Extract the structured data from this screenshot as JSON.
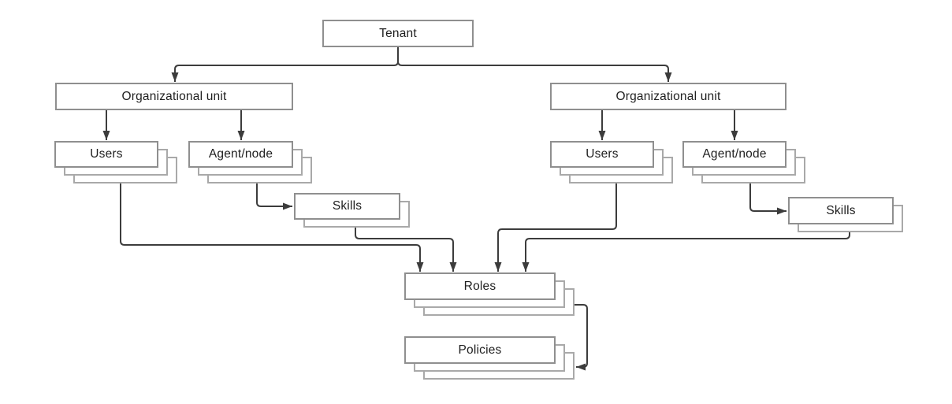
{
  "diagram": {
    "type": "hierarchy",
    "background": "#ffffff",
    "colors": {
      "box_fill": "#ffffff",
      "box_border": "#8f8f8f",
      "stack_shadow_border": "#a9a9a9",
      "connector": "#3c3c3c",
      "text": "#1f1f1f"
    },
    "nodes": {
      "tenant": {
        "label": "Tenant",
        "stacked": false
      },
      "ou_left": {
        "label": "Organizational unit",
        "stacked": false
      },
      "users_left": {
        "label": "Users",
        "stacked": true
      },
      "agent_left": {
        "label": "Agent/node",
        "stacked": true
      },
      "skills_left": {
        "label": "Skills",
        "stacked": true
      },
      "ou_right": {
        "label": "Organizational unit",
        "stacked": false
      },
      "users_right": {
        "label": "Users",
        "stacked": true
      },
      "agent_right": {
        "label": "Agent/node",
        "stacked": true
      },
      "skills_right": {
        "label": "Skills",
        "stacked": true
      },
      "roles": {
        "label": "Roles",
        "stacked": true
      },
      "policies": {
        "label": "Policies",
        "stacked": true
      }
    },
    "edges": [
      {
        "from": "tenant",
        "to": "ou_left"
      },
      {
        "from": "tenant",
        "to": "ou_right"
      },
      {
        "from": "ou_left",
        "to": "users_left"
      },
      {
        "from": "ou_left",
        "to": "agent_left"
      },
      {
        "from": "ou_right",
        "to": "users_right"
      },
      {
        "from": "ou_right",
        "to": "agent_right"
      },
      {
        "from": "agent_left",
        "to": "skills_left"
      },
      {
        "from": "agent_right",
        "to": "skills_right"
      },
      {
        "from": "users_left",
        "to": "roles"
      },
      {
        "from": "skills_left",
        "to": "roles"
      },
      {
        "from": "users_right",
        "to": "roles"
      },
      {
        "from": "skills_right",
        "to": "roles"
      },
      {
        "from": "roles",
        "to": "policies"
      }
    ]
  }
}
